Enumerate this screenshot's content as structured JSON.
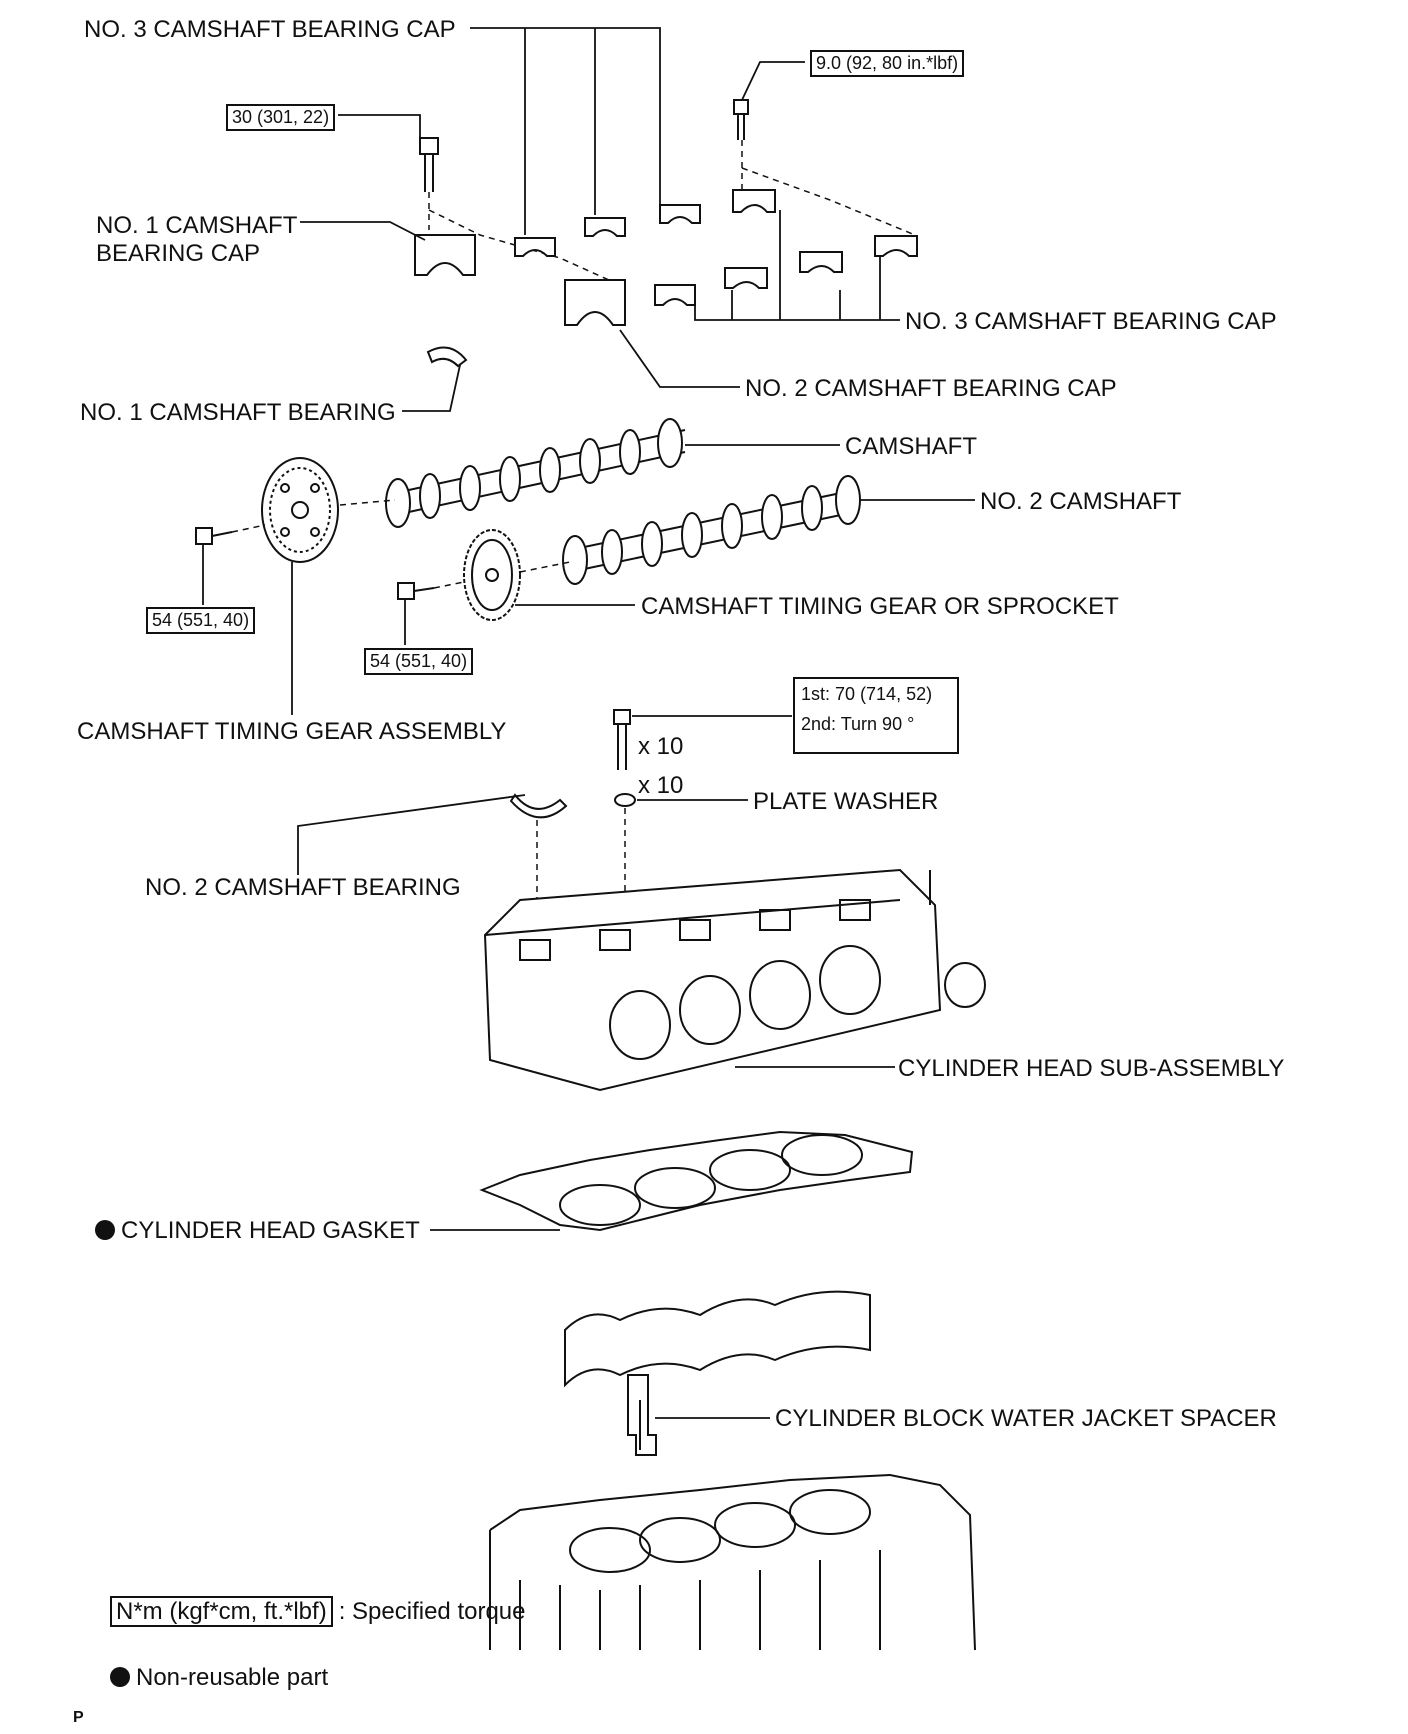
{
  "labels": {
    "no3_cap_top": "NO. 3 CAMSHAFT BEARING CAP",
    "no1_cap": "NO. 1 CAMSHAFT BEARING CAP",
    "no3_cap_right": "NO. 3 CAMSHAFT BEARING CAP",
    "no2_cap": "NO. 2 CAMSHAFT BEARING CAP",
    "no1_bearing": "NO. 1 CAMSHAFT BEARING",
    "camshaft": "CAMSHAFT",
    "no2_camshaft": "NO. 2 CAMSHAFT",
    "timing_gear_sprocket": "CAMSHAFT TIMING GEAR OR SPROCKET",
    "timing_gear_assembly": "CAMSHAFT TIMING GEAR ASSEMBLY",
    "plate_washer": "PLATE WASHER",
    "no2_bearing": "NO. 2 CAMSHAFT BEARING",
    "cylinder_head": "CYLINDER HEAD SUB-ASSEMBLY",
    "head_gasket": "CYLINDER HEAD GASKET",
    "water_jacket_spacer": "CYLINDER BLOCK WATER JACKET SPACER"
  },
  "torques": {
    "bearing_cap_bolt": "30 (301, 22)",
    "small_bolt": "9.0 (92, 80 in.*lbf)",
    "gear_assembly_bolt": "54 (551, 40)",
    "sprocket_bolt": "54 (551, 40)",
    "head_bolt_1st": "1st: 70 (714, 52)",
    "head_bolt_2nd": "2nd: Turn 90 °"
  },
  "quantities": {
    "head_bolts": "x 10",
    "plate_washers": "x 10"
  },
  "legend": {
    "torque_unit": "N*m (kgf*cm, ft.*lbf)",
    "torque_desc": ": Specified torque",
    "non_reusable": "Non-reusable part"
  },
  "footer": "P"
}
